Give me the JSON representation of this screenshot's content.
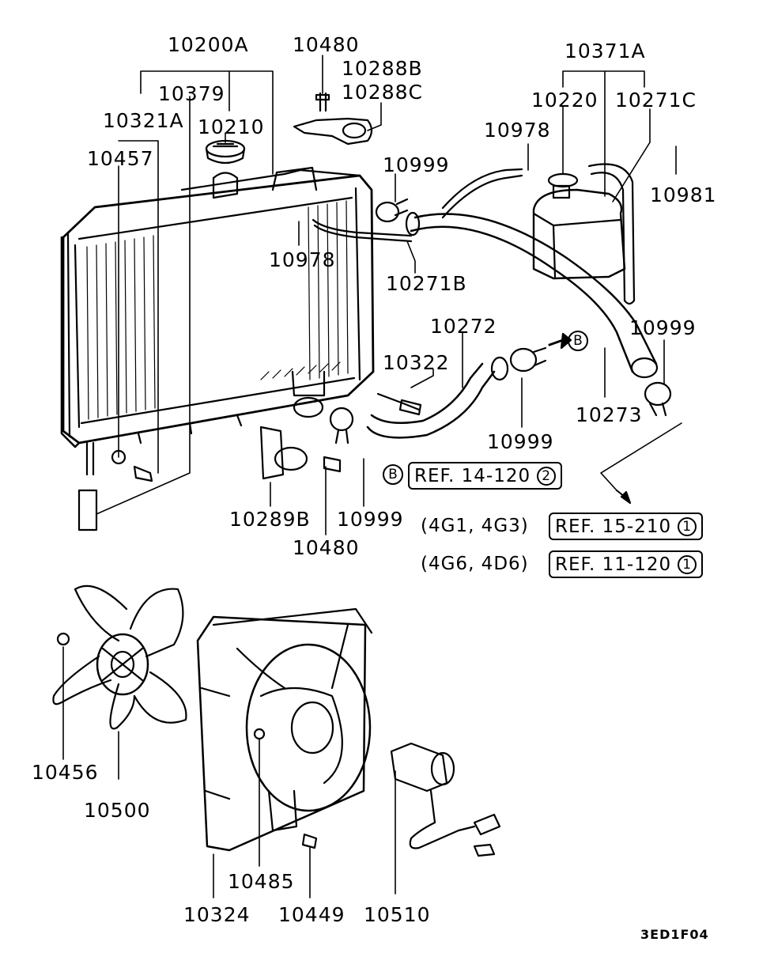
{
  "parts": {
    "p10200A": "10200A",
    "p10379": "10379",
    "p10321A": "10321A",
    "p10210": "10210",
    "p10457": "10457",
    "p10480_top": "10480",
    "p10288B": "10288B",
    "p10288C": "10288C",
    "p10999_top": "10999",
    "p10978_left": "10978",
    "p10271B": "10271B",
    "p10371A": "10371A",
    "p10220": "10220",
    "p10271C": "10271C",
    "p10978_right": "10978",
    "p10981": "10981",
    "p10999_right": "10999",
    "p10272": "10272",
    "p10322": "10322",
    "p10273": "10273",
    "p10999_mid": "10999",
    "p10289B": "10289B",
    "p10999_bot": "10999",
    "p10480_bot": "10480",
    "p10456": "10456",
    "p10500": "10500",
    "p10485": "10485",
    "p10324": "10324",
    "p10449": "10449",
    "p10510": "10510"
  },
  "refs": {
    "b_marker": "B",
    "b_ref_marker": "B",
    "ref_14_120": "REF. 14-120",
    "ref_14_120_num": "2",
    "engine_4g1": "(4G1, 4G3)",
    "ref_15_210": "REF. 15-210",
    "ref_15_210_num": "1",
    "engine_4g6": "(4G6, 4D6)",
    "ref_11_120": "REF. 11-120",
    "ref_11_120_num": "1"
  },
  "drawing_code": "3ED1F04"
}
